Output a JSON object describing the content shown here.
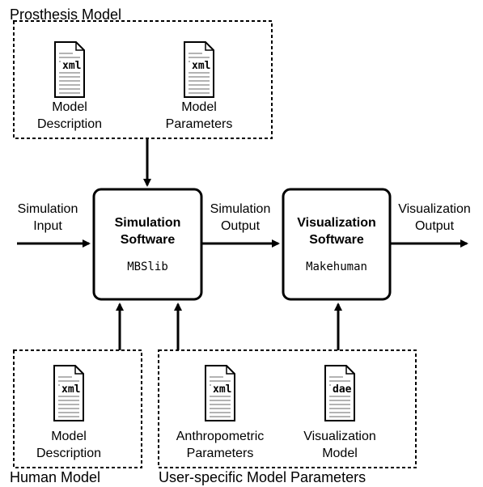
{
  "groups": {
    "prosthesis": "Prosthesis Model",
    "human": "Human Model",
    "user_specific": "User-specific Model Parameters"
  },
  "documents": {
    "prosthesis_desc": {
      "ext": "xml",
      "line1": "Model",
      "line2": "Description"
    },
    "prosthesis_params": {
      "ext": "xml",
      "line1": "Model",
      "line2": "Parameters"
    },
    "human_desc": {
      "ext": "xml",
      "line1": "Model",
      "line2": "Description"
    },
    "anthropometric": {
      "ext": "xml",
      "line1": "Anthropometric",
      "line2": "Parameters"
    },
    "visualization_model": {
      "ext": "dae",
      "line1": "Visualization",
      "line2": "Model"
    }
  },
  "blocks": {
    "simulation": {
      "line1": "Simulation",
      "line2": "Software",
      "tool": "MBSlib"
    },
    "visualization": {
      "line1": "Visualization",
      "line2": "Software",
      "tool": "Makehuman"
    }
  },
  "arrows": {
    "sim_input": {
      "line1": "Simulation",
      "line2": "Input"
    },
    "sim_output": {
      "line1": "Simulation",
      "line2": "Output"
    },
    "vis_output": {
      "line1": "Visualization",
      "line2": "Output"
    }
  },
  "colors": {
    "stroke": "#000000",
    "doc_lines": "#9a9a9a",
    "background": "#ffffff"
  }
}
